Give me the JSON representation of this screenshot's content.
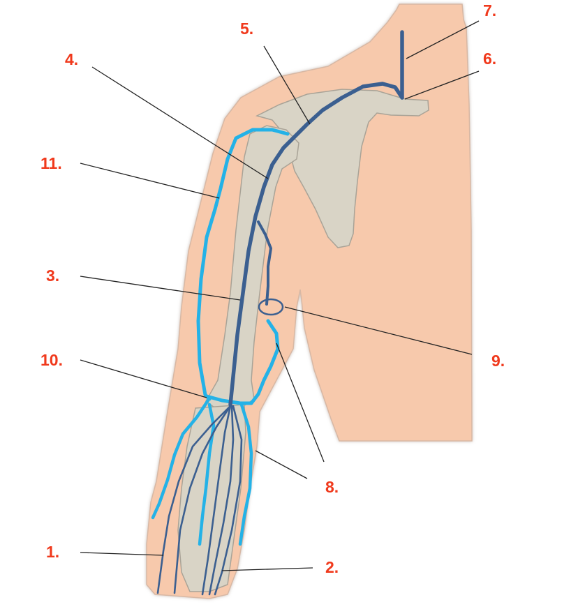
{
  "colors": {
    "skin": "#f7c9ac",
    "skin_outline": "#d8b8a4",
    "bone": "#d9d4c6",
    "bone_outline": "#a9a397",
    "deep_vein": "#3b5f90",
    "superficial_vein": "#24b2e7",
    "leader_line": "#222222",
    "label": "#f0391c"
  },
  "labels": {
    "l1": "1.",
    "l2": "2.",
    "l3": "3.",
    "l4": "4.",
    "l5": "5.",
    "l6": "6.",
    "l7": "7.",
    "l8": "8.",
    "l9": "9.",
    "l10": "10.",
    "l11": "11."
  }
}
